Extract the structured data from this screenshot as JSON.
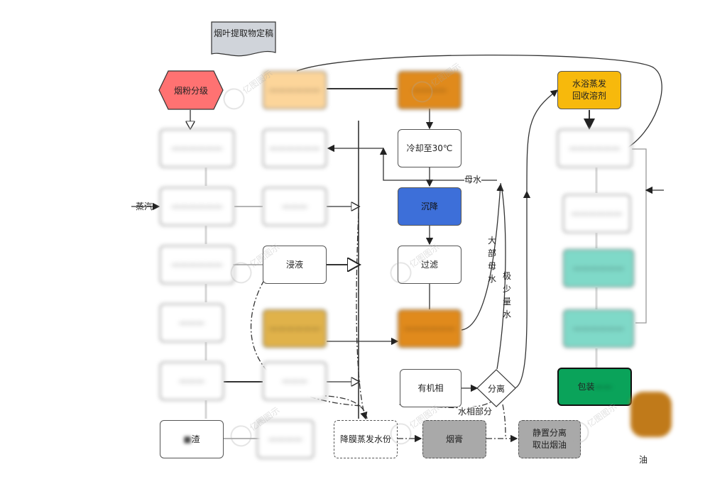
{
  "document": {
    "title": "烟叶提取物定稿"
  },
  "nodes": {
    "grading": "烟粉分级",
    "steam": "蒸汽",
    "cool": "冷却至30℃",
    "settle": "沉降",
    "filter": "过滤",
    "organic": "有机相",
    "separate": "分离",
    "membrane": "降膜蒸发水份",
    "paste": "烟膏",
    "static_sep": "静置分离\n取出烟油",
    "water_bath": "水浴蒸发\n回收溶剂",
    "leach": "浸液",
    "package": "包装",
    "residue": "渣",
    "oil_tail": "油"
  },
  "labels": {
    "mother_water": "母水",
    "most_mother_water": "大部母水",
    "trace_water": "极少量水",
    "water_phase": "水相部分"
  },
  "watermark": "亿图图示",
  "colors": {
    "hexagon": "#ff7272",
    "light_orange": "#fcd59a",
    "orange": "#e08a1c",
    "blue": "#3d6fd9",
    "amber": "#f7b90c",
    "teal": "#7fd9c8",
    "green": "#0aa35a",
    "gray": "#a9a9a9",
    "brown": "#c07a1a"
  }
}
